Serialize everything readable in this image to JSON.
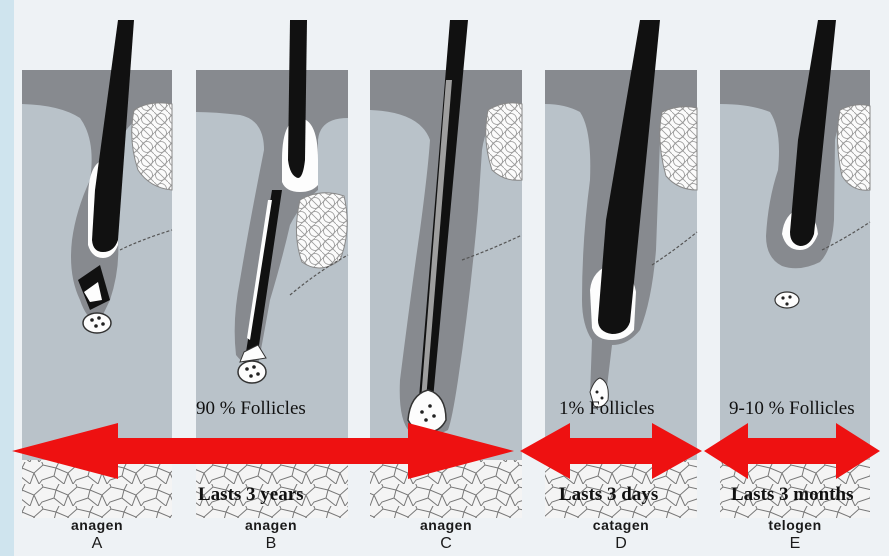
{
  "panels": [
    {
      "stage": "anagen",
      "letter": "A"
    },
    {
      "stage": "anagen",
      "letter": "B"
    },
    {
      "stage": "anagen",
      "letter": "C"
    },
    {
      "stage": "catagen",
      "letter": "D"
    },
    {
      "stage": "telogen",
      "letter": "E"
    }
  ],
  "annotations": {
    "anagen_percent": "90 % Follicles",
    "catagen_percent": "1% Follicles",
    "telogen_percent": "9-10 % Follicles",
    "anagen_duration": "Lasts 3 years",
    "catagen_duration": "Lasts 3 days",
    "telogen_duration": "Lasts 3 months"
  },
  "colors": {
    "arrow": "#ee1111",
    "skin": "#888b90",
    "dermis": "#b9c2c9",
    "hair": "#111111"
  }
}
